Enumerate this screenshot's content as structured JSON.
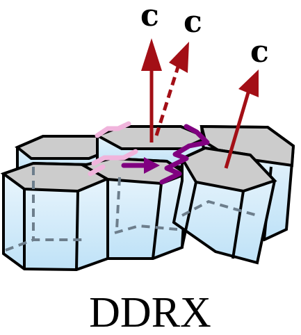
{
  "figure": {
    "axis_labels": [
      "c",
      "c",
      "c"
    ],
    "caption": "DDRX"
  },
  "colors": {
    "side_fill_top": "#eef7fd",
    "side_fill_bottom": "#bfe2f7",
    "top_face": "#cccccc",
    "outline": "#000000",
    "hidden_edges": "#6d7e8c",
    "c_axis_arrow": "#a30f16",
    "old_boundary": "#f0b4dc",
    "migrated_boundary": "#800080"
  }
}
